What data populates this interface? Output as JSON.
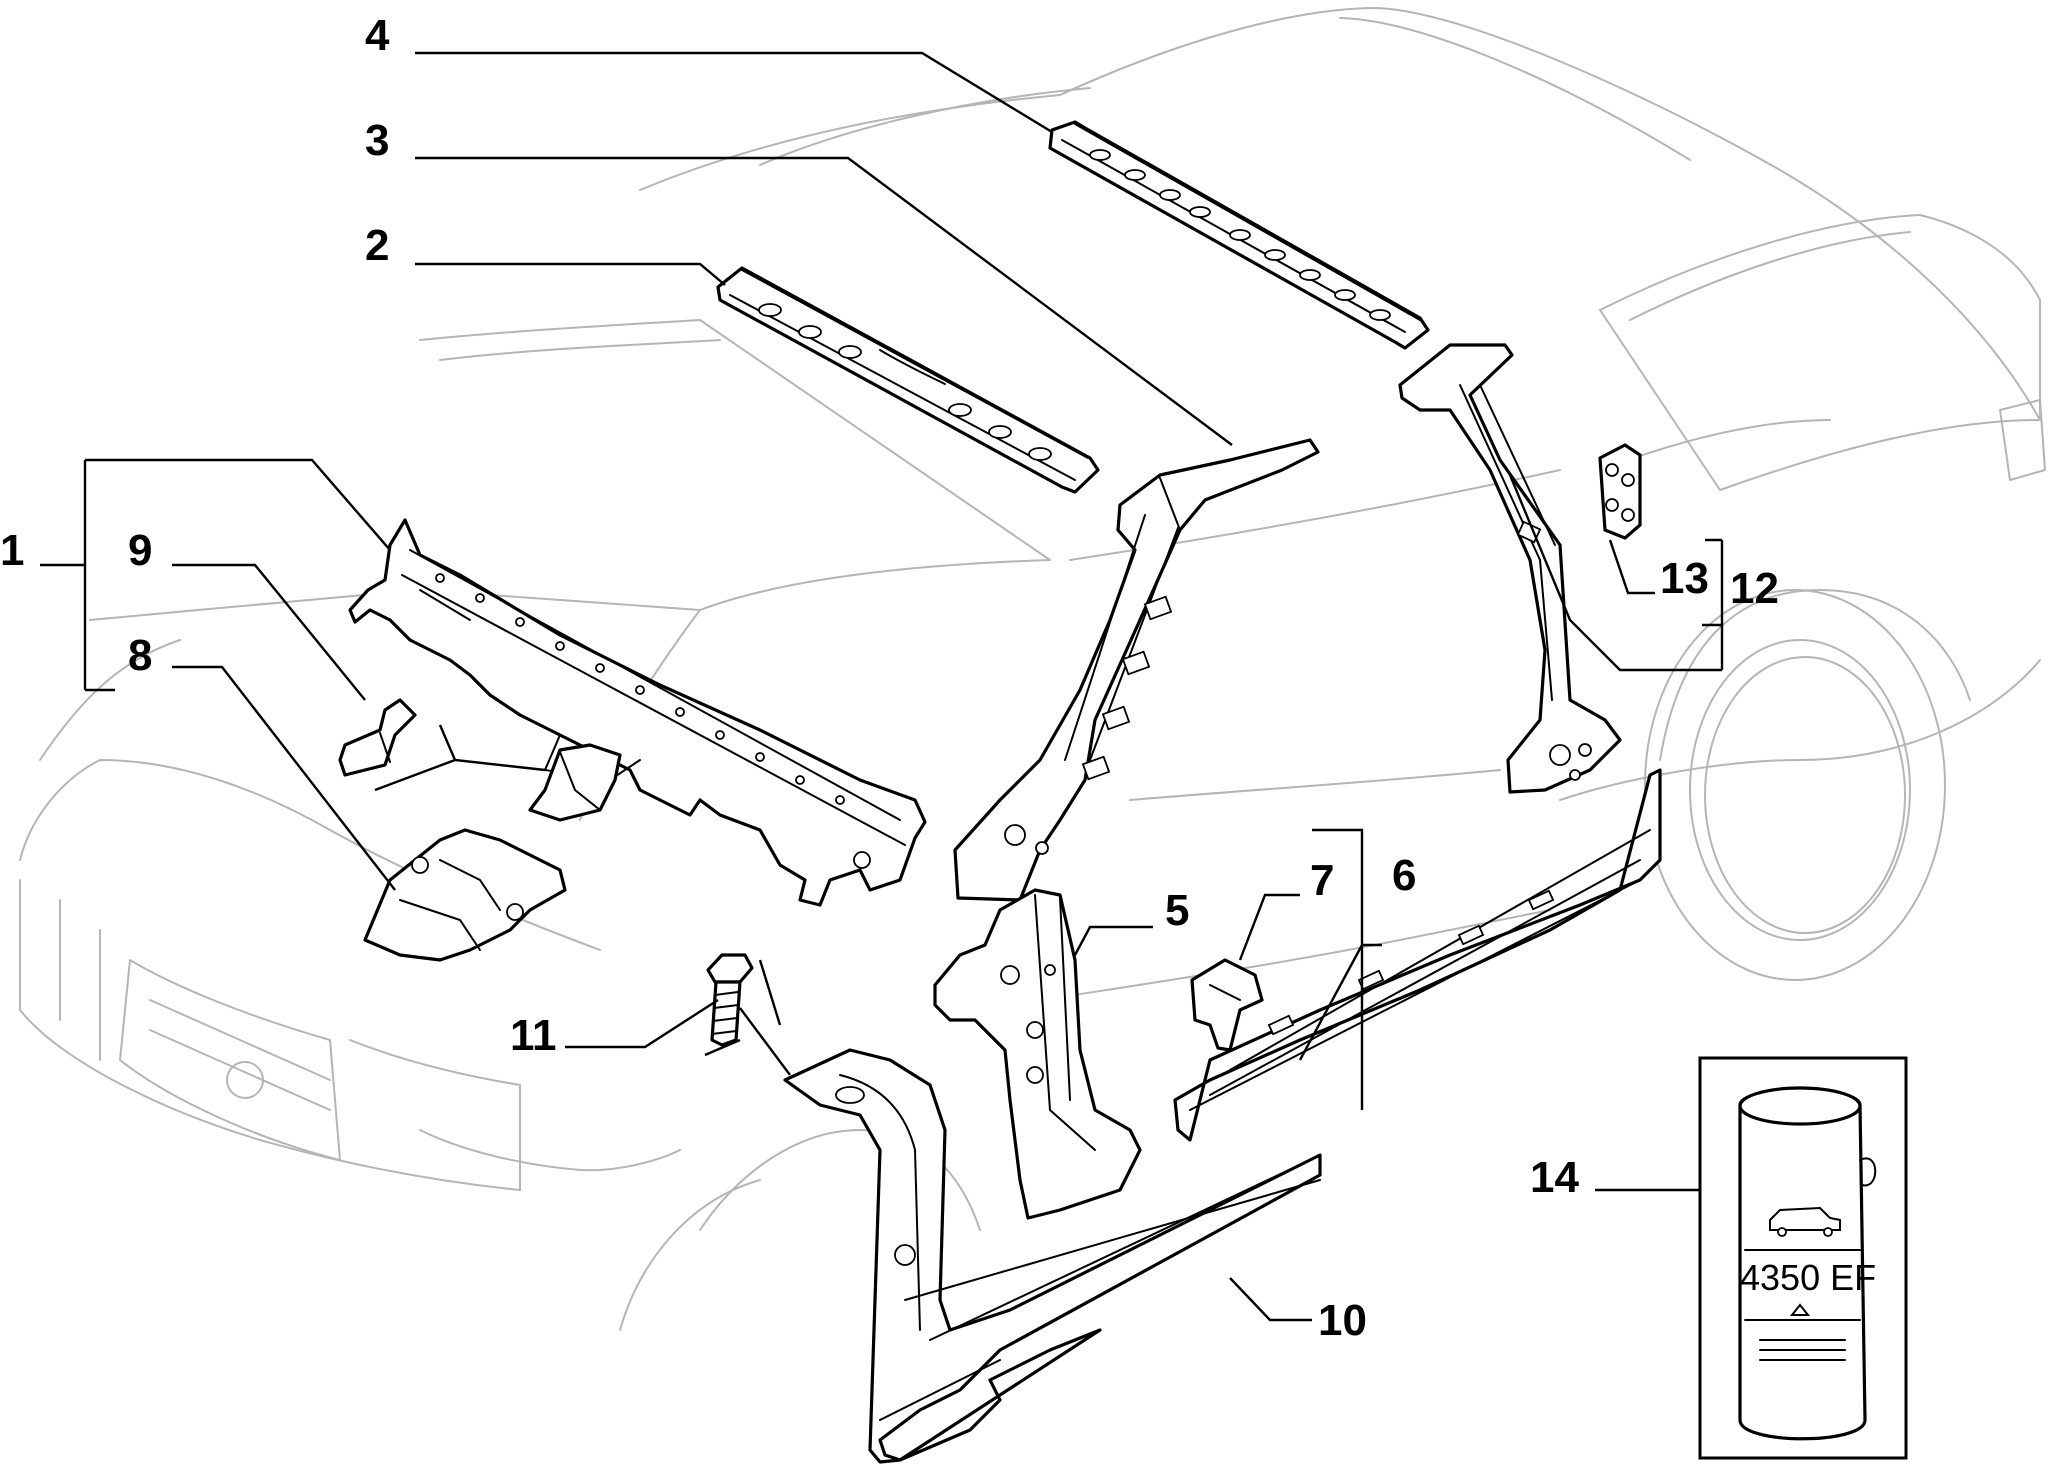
{
  "callouts": {
    "n1": "1",
    "n2": "2",
    "n3": "3",
    "n4": "4",
    "n5": "5",
    "n6": "6",
    "n7": "7",
    "n8": "8",
    "n9": "9",
    "n10": "10",
    "n11": "11",
    "n12": "12",
    "n13": "13",
    "n14": "14"
  },
  "product_label": "4350 EF"
}
